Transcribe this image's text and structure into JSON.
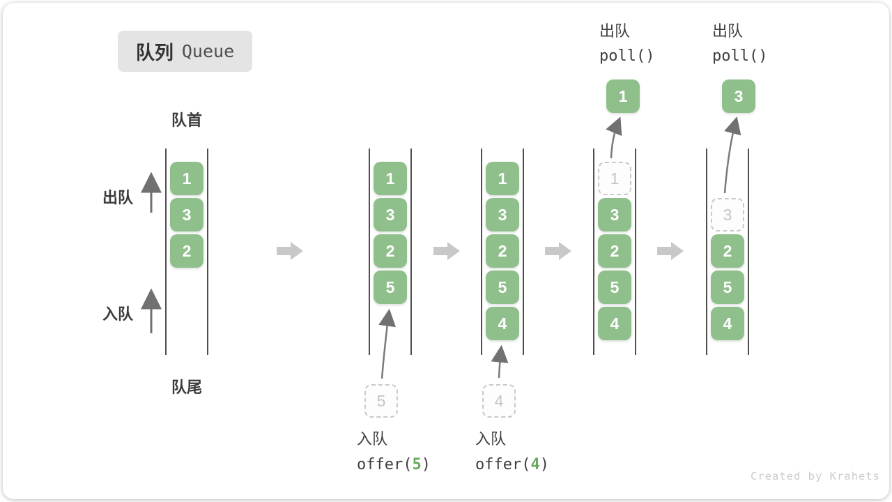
{
  "title": {
    "zh": "队列",
    "en": "Queue"
  },
  "labels": {
    "front": "队首",
    "rear": "队尾",
    "dequeue": "出队",
    "enqueue": "入队"
  },
  "queues": [
    {
      "slots": [
        "1",
        "3",
        "2"
      ]
    },
    {
      "slots": [
        "1",
        "3",
        "2",
        "5"
      ],
      "staged": "5"
    },
    {
      "slots": [
        "1",
        "3",
        "2",
        "5",
        "4"
      ],
      "staged": "4"
    },
    {
      "ghost": "1",
      "slots": [
        "3",
        "2",
        "5",
        "4"
      ],
      "popped": "1"
    },
    {
      "ghost": "3",
      "slots": [
        "2",
        "5",
        "4"
      ],
      "popped": "3"
    }
  ],
  "ops": {
    "offer5": {
      "label": "入队",
      "fn": "offer(",
      "arg": "5",
      "close": ")"
    },
    "offer4": {
      "label": "入队",
      "fn": "offer(",
      "arg": "4",
      "close": ")"
    },
    "poll1": {
      "label": "出队",
      "code": "poll()"
    },
    "poll2": {
      "label": "出队",
      "code": "poll()"
    }
  },
  "watermark": "Created by Krahets",
  "colors": {
    "cell_green": "#8FC08C",
    "arg_green": "#69A85F",
    "flow_arrow_gray": "#C8C8C8",
    "thin_arrow_gray": "#717171",
    "badge_bg": "#E4E4E4",
    "text_dark": "#3A3A3A",
    "ghost_gray": "#C4C4C4"
  }
}
